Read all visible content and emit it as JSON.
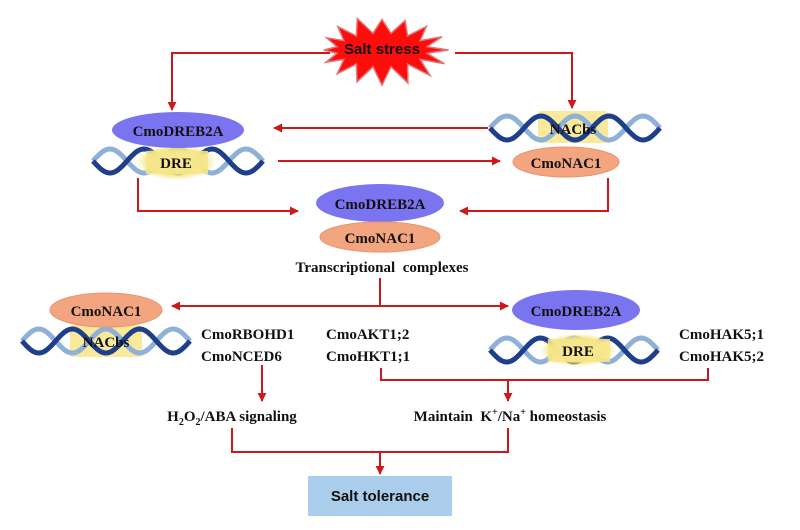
{
  "colors": {
    "arrow": "#d01818",
    "burst": "#ff0d0d",
    "burst_stroke": "#e07777",
    "dreb2a": "#7b74f0",
    "nac1": "#f3a580",
    "nac1_border": "#e99470",
    "highlight": "#f7e58a",
    "dna_dark": "#1f3e8c",
    "dna_light": "#8fb1d8",
    "tolerance_box": "#a9cdea"
  },
  "nodes": {
    "salt_stress": "Salt stress",
    "top_left_protein": "CmoDREB2A",
    "top_left_element": "DRE",
    "top_right_element": "NACbs",
    "top_right_protein": "CmoNAC1",
    "complex_dreb": "CmoDREB2A",
    "complex_nac": "CmoNAC1",
    "complex_caption": "Transcriptional  complexes",
    "left_protein": "CmoNAC1",
    "left_element": "NACbs",
    "left_gene_1": "CmoRBOHD1",
    "left_gene_2": "CmoNCED6",
    "mid_gene_1": "CmoAKT1;2",
    "mid_gene_2": "CmoHKT1;1",
    "right_protein": "CmoDREB2A",
    "right_element": "DRE",
    "right_gene_1": "CmoHAK5;1",
    "right_gene_2": "CmoHAK5;2",
    "signaling_h": "H",
    "signaling_sub": "2",
    "signaling_o": "O",
    "signaling_rest": "/ABA signaling",
    "homeo_pre": "Maintain  K",
    "homeo_plus1": "+",
    "homeo_mid": "/Na",
    "homeo_plus2": "+",
    "homeo_post": " homeostasis",
    "tolerance": "Salt tolerance"
  }
}
